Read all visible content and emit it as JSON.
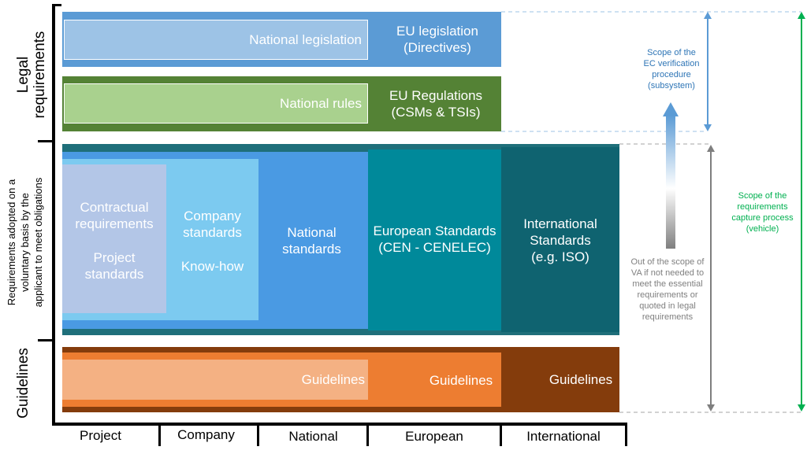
{
  "y_axis": {
    "legal": "Legal\nrequirements",
    "voluntary": "Requirements adopted on a\nvoluntary basis by the\napplicant to meet  obligations",
    "guidelines": "Guidelines"
  },
  "x_axis": [
    "Project",
    "Company",
    "National",
    "European",
    "International"
  ],
  "legal": {
    "national_legislation": "National legislation",
    "eu_legislation": "EU legislation\n(Directives)",
    "national_rules": "National rules",
    "eu_regulations": "EU Regulations\n(CSMs & TSIs)"
  },
  "voluntary": {
    "contractual": "Contractual\nrequirements",
    "project_standards": "Project\nstandards",
    "company_standards": "Company\nstandards",
    "know_how": "Know-how",
    "national_standards": "National\nstandards",
    "european_standards": "European Standards\n(CEN - CENELEC)",
    "international_standards": "International\nStandards\n(e.g. ISO)"
  },
  "guidelines": {
    "national": "Guidelines",
    "european": "Guidelines",
    "international": "Guidelines"
  },
  "annotations": {
    "ec_scope": "Scope of the\nEC verification\nprocedure\n(subsystem)",
    "out_of_scope": "Out of the scope of\nVA if not needed to\nmeet the essential\nrequirements or\nquoted in legal\nrequirements",
    "capture_scope": "Scope of the\nrequirements\ncapture process\n(vehicle)"
  },
  "colors": {
    "blue_dark": "#5b9bd5",
    "blue_light": "#9dc3e6",
    "green_dark": "#548235",
    "green_light": "#a9d18e",
    "teal_frame": "#1f6f7a",
    "orange_dark": "#843c0c",
    "orange_mid": "#ed7d31",
    "orange_light": "#f4b183",
    "ec_text": "#2e75b6",
    "grey_text": "#7f7f7f",
    "green_text": "#00b050"
  }
}
